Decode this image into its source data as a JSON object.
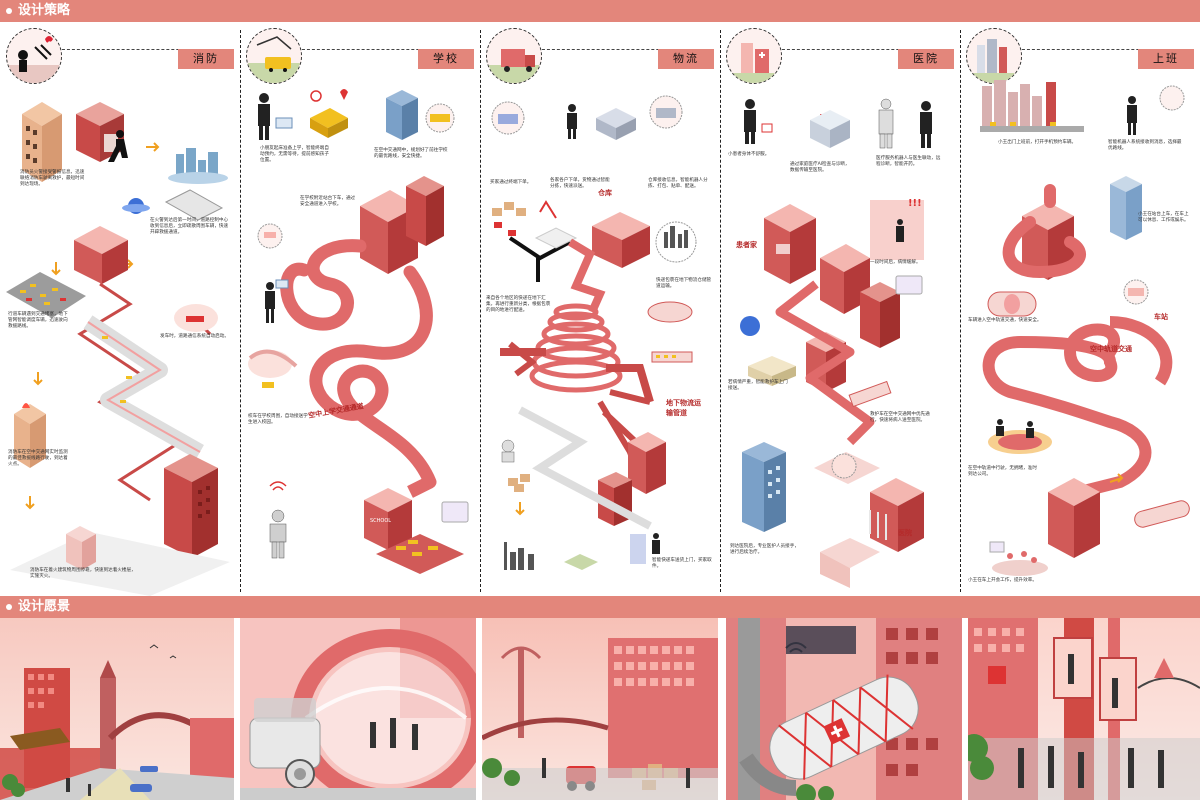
{
  "sections": {
    "strategy": "设计策略",
    "vision": "设计愿景"
  },
  "panels": [
    {
      "tag": "消防",
      "captions": [
        "消防员火警接受警报信息，迅速联络消防车驶离救护，最短时间到达现场。",
        "在火警到达后第一时间，道路控制中心收到信息后，立即疏散周围车辆，快速开辟救援通道。",
        "行道车辆遇到交通堵塞，地下管网智能调度车辆，迅速驶向救援路线。",
        "发车时，道路通信系统自动启动。",
        "消防车在空中交通网实时监测的最佳救援线路行驶，到达着火点。",
        "消防车在着火建筑物周围停靠，快速到达着火楼层，实施灭火。"
      ]
    },
    {
      "tag": "学校",
      "captions": [
        "小朋友起床准备上学，智能终端自动预约，无需等待，提前感知孩子位置。",
        "在空中交通网中，规划好了前往学校的最优路线，安全快捷。",
        "在学校附近站台下车，通过安全通道进入学校。",
        "校车在学校周围，自动接送学生进入校园。"
      ],
      "overlay": "空中上学交通通道"
    },
    {
      "tag": "物流",
      "captions": [
        "买家通过终端下单。",
        "各家各户下单，货物通过智能分拣，快速派送。",
        "仓库接收信息，智能机器人分拣、打包、贴单、配送。",
        "快递包裹在地下物流仓储管道运输。",
        "来自各个地区的快递在地下汇集，再进行重新分类，根据包裹的目的地进行配送。",
        "智能快递车送货上门，买家取件。"
      ],
      "warehouse": "仓库",
      "overlay": "地下物流运输管道"
    },
    {
      "tag": "医院",
      "patient": "患者家",
      "captions": [
        "小患者身体不舒服。",
        "通过家庭医疗AI检查与诊断，数据传输至医院。",
        "医疗服务机器人与医生联动，远程诊断，智能开药。",
        "一段时间后，病情缓解。",
        "若病情严重，智能救护车上门接送。",
        "救护车在空中交通网中优先通行，快速将病人送至医院。",
        "到达医院后，专业医护人员接手，进行后续治疗。"
      ],
      "hospital": "医院"
    },
    {
      "tag": "上班",
      "captions": [
        "小王出门上班前，打开手机预约车辆。",
        "智能机器人系统接收到消息，选择最优路线。",
        "小王在站台上车，在车上可以休息、工作或娱乐。",
        "车辆进入空中轨道交通，快速安全。",
        "在空中轨道中行驶，无拥堵，准时到达公司。",
        "小王在车上开会工作，提升效率。"
      ],
      "overlay": "空中轨道交通",
      "station": "车站"
    }
  ],
  "colors": {
    "accent": "#e3867b",
    "deep_red": "#b52a2a",
    "tube": "#e06a6a",
    "pink": "#f4c4bf"
  }
}
